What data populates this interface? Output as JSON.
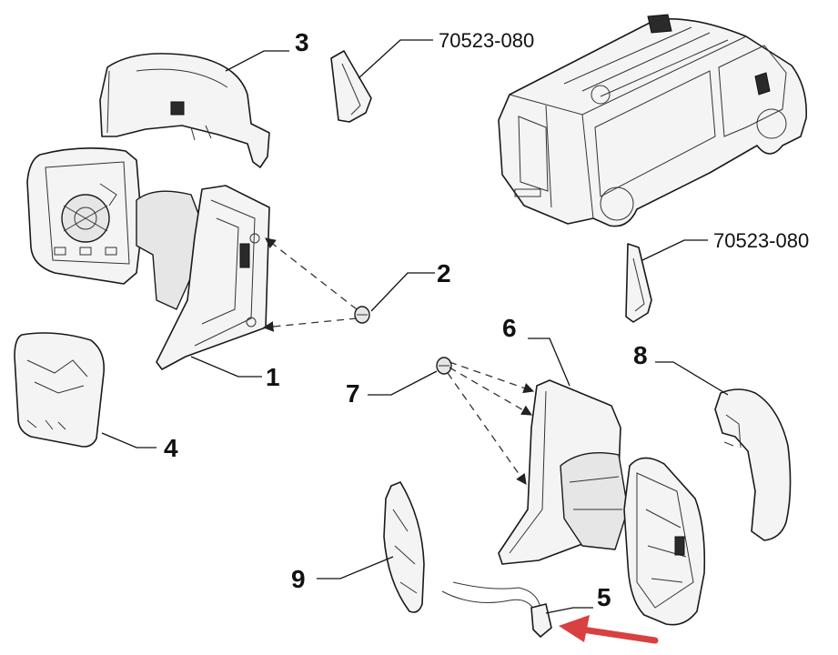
{
  "callouts": {
    "c1": "1",
    "c2": "2",
    "c3": "3",
    "c4": "4",
    "c5": "5",
    "c6": "6",
    "c7": "7",
    "c8": "8",
    "c9": "9",
    "code_top": "70523-080",
    "code_mid": "70523-080"
  },
  "colors": {
    "line": "#1a1a1a",
    "highlight_arrow": "#d94040"
  }
}
